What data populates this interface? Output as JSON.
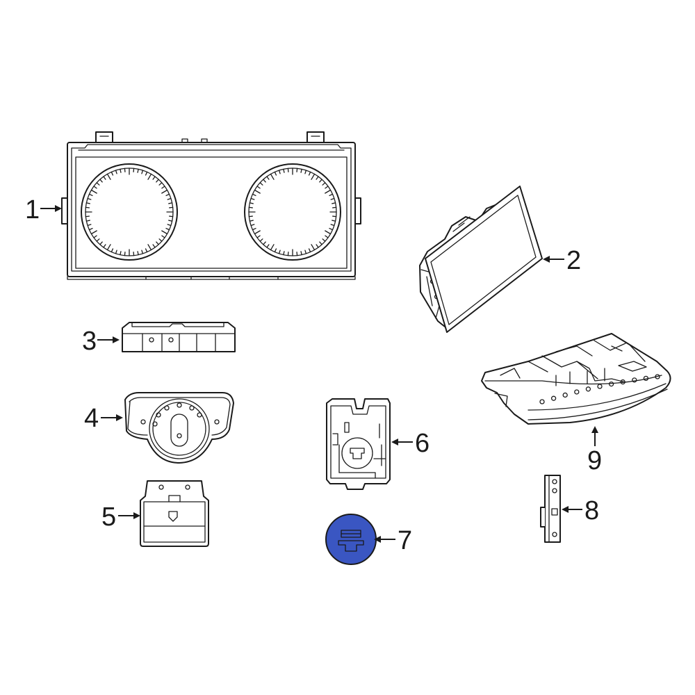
{
  "callouts": {
    "1": "1",
    "2": "2",
    "3": "3",
    "4": "4",
    "5": "5",
    "6": "6",
    "7": "7",
    "8": "8",
    "9": "9"
  },
  "highlight_color": "#3a56c2"
}
